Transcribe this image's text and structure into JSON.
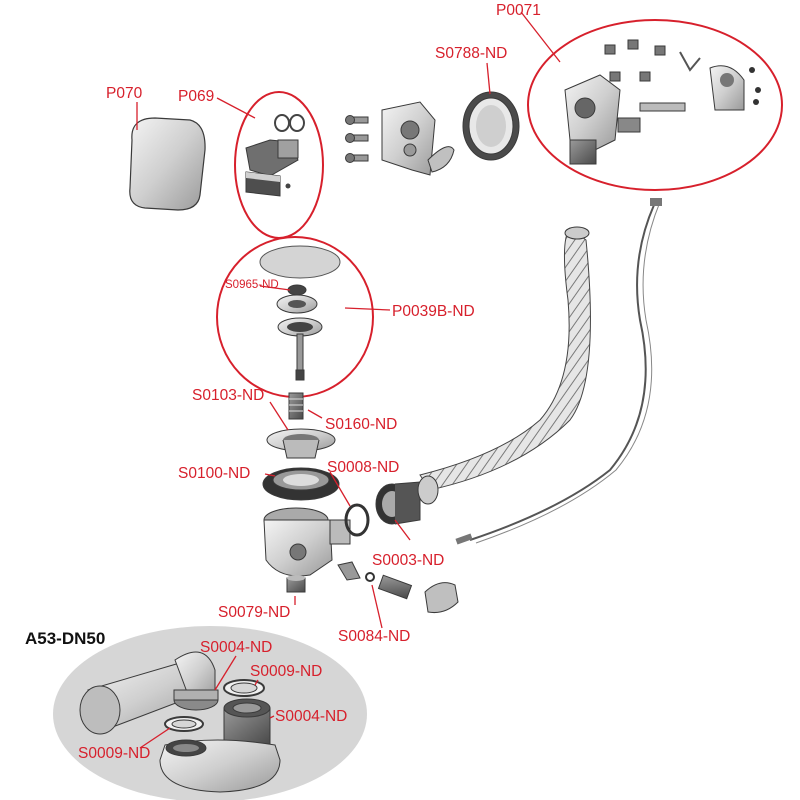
{
  "colors": {
    "label_red": "#d7202c",
    "leader_red": "#d7202c",
    "circle_red": "#d7202c",
    "part_gray": "#c9c9c9",
    "part_dark": "#6a6a6a",
    "group_fill": "#d6d6d6",
    "outline": "#3a3a3a",
    "background": "#ffffff"
  },
  "labels": {
    "p0071": "P0071",
    "s0788": "S0788-ND",
    "p070": "P070",
    "p069": "P069",
    "s0965": "S0965-ND",
    "p0039b": "P0039B-ND",
    "s0103": "S0103-ND",
    "s0160": "S0160-ND",
    "s0100": "S0100-ND",
    "s0008": "S0008-ND",
    "s0003": "S0003-ND",
    "s0079": "S0079-ND",
    "s0084": "S0084-ND",
    "a53": "A53-DN50",
    "s0004_top": "S0004-ND",
    "s0009_top": "S0009-ND",
    "s0004_right": "S0004-ND",
    "s0009_left": "S0009-ND"
  }
}
